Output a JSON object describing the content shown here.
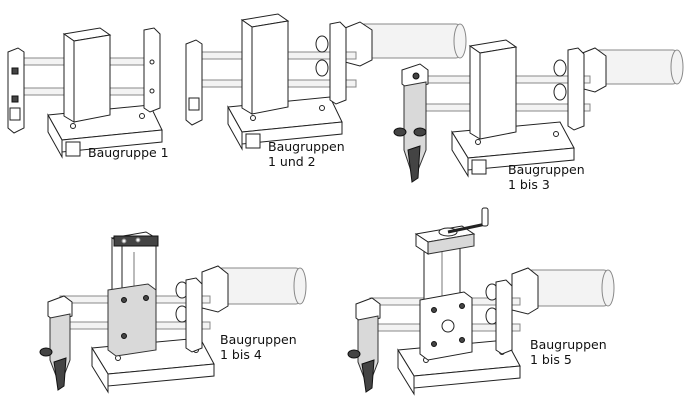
{
  "captions": {
    "stage1": "Baugruppe 1",
    "stage2_line1": "Baugruppen",
    "stage2_line2": "1 und 2",
    "stage3_line1": "Baugruppen",
    "stage3_line2": "1 bis 3",
    "stage4_line1": "Baugruppen",
    "stage4_line2": "1 bis 4",
    "stage5_line1": "Baugruppen",
    "stage5_line2": "1 bis 5"
  }
}
